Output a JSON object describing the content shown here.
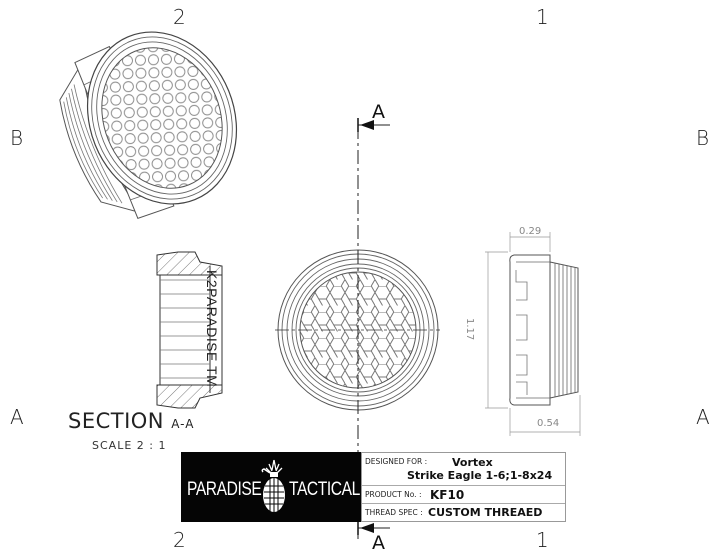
{
  "drawing": {
    "zone_labels": {
      "top": [
        "2",
        "1"
      ],
      "bottom": [
        "2",
        "1"
      ],
      "left": [
        "B",
        "A"
      ],
      "right": [
        "B",
        "A"
      ]
    },
    "section_marker": {
      "top": "A",
      "bottom": "A"
    },
    "section_view": {
      "title": "SECTION",
      "suffix": "A-A",
      "scale": "SCALE 2 : 1",
      "engraving": "K2PARADISE TM"
    },
    "dimensions": {
      "width_top": "0.29",
      "height": "1.17",
      "width_bottom": "0.54"
    },
    "logo": {
      "left_text": "PARADISE",
      "right_text": "TACTICAL",
      "emblem": "grenade-pineapple-icon"
    },
    "title_block": {
      "designed_for_label": "DESIGNED FOR :",
      "designed_for_value_1": "Vortex",
      "designed_for_value_2": "Strike Eagle 1-6;1-8x24",
      "product_label": "PRODUCT No. :",
      "product_value": "KF10",
      "thread_label": "THREAD SPEC :",
      "thread_value": "CUSTOM THREAED"
    }
  }
}
